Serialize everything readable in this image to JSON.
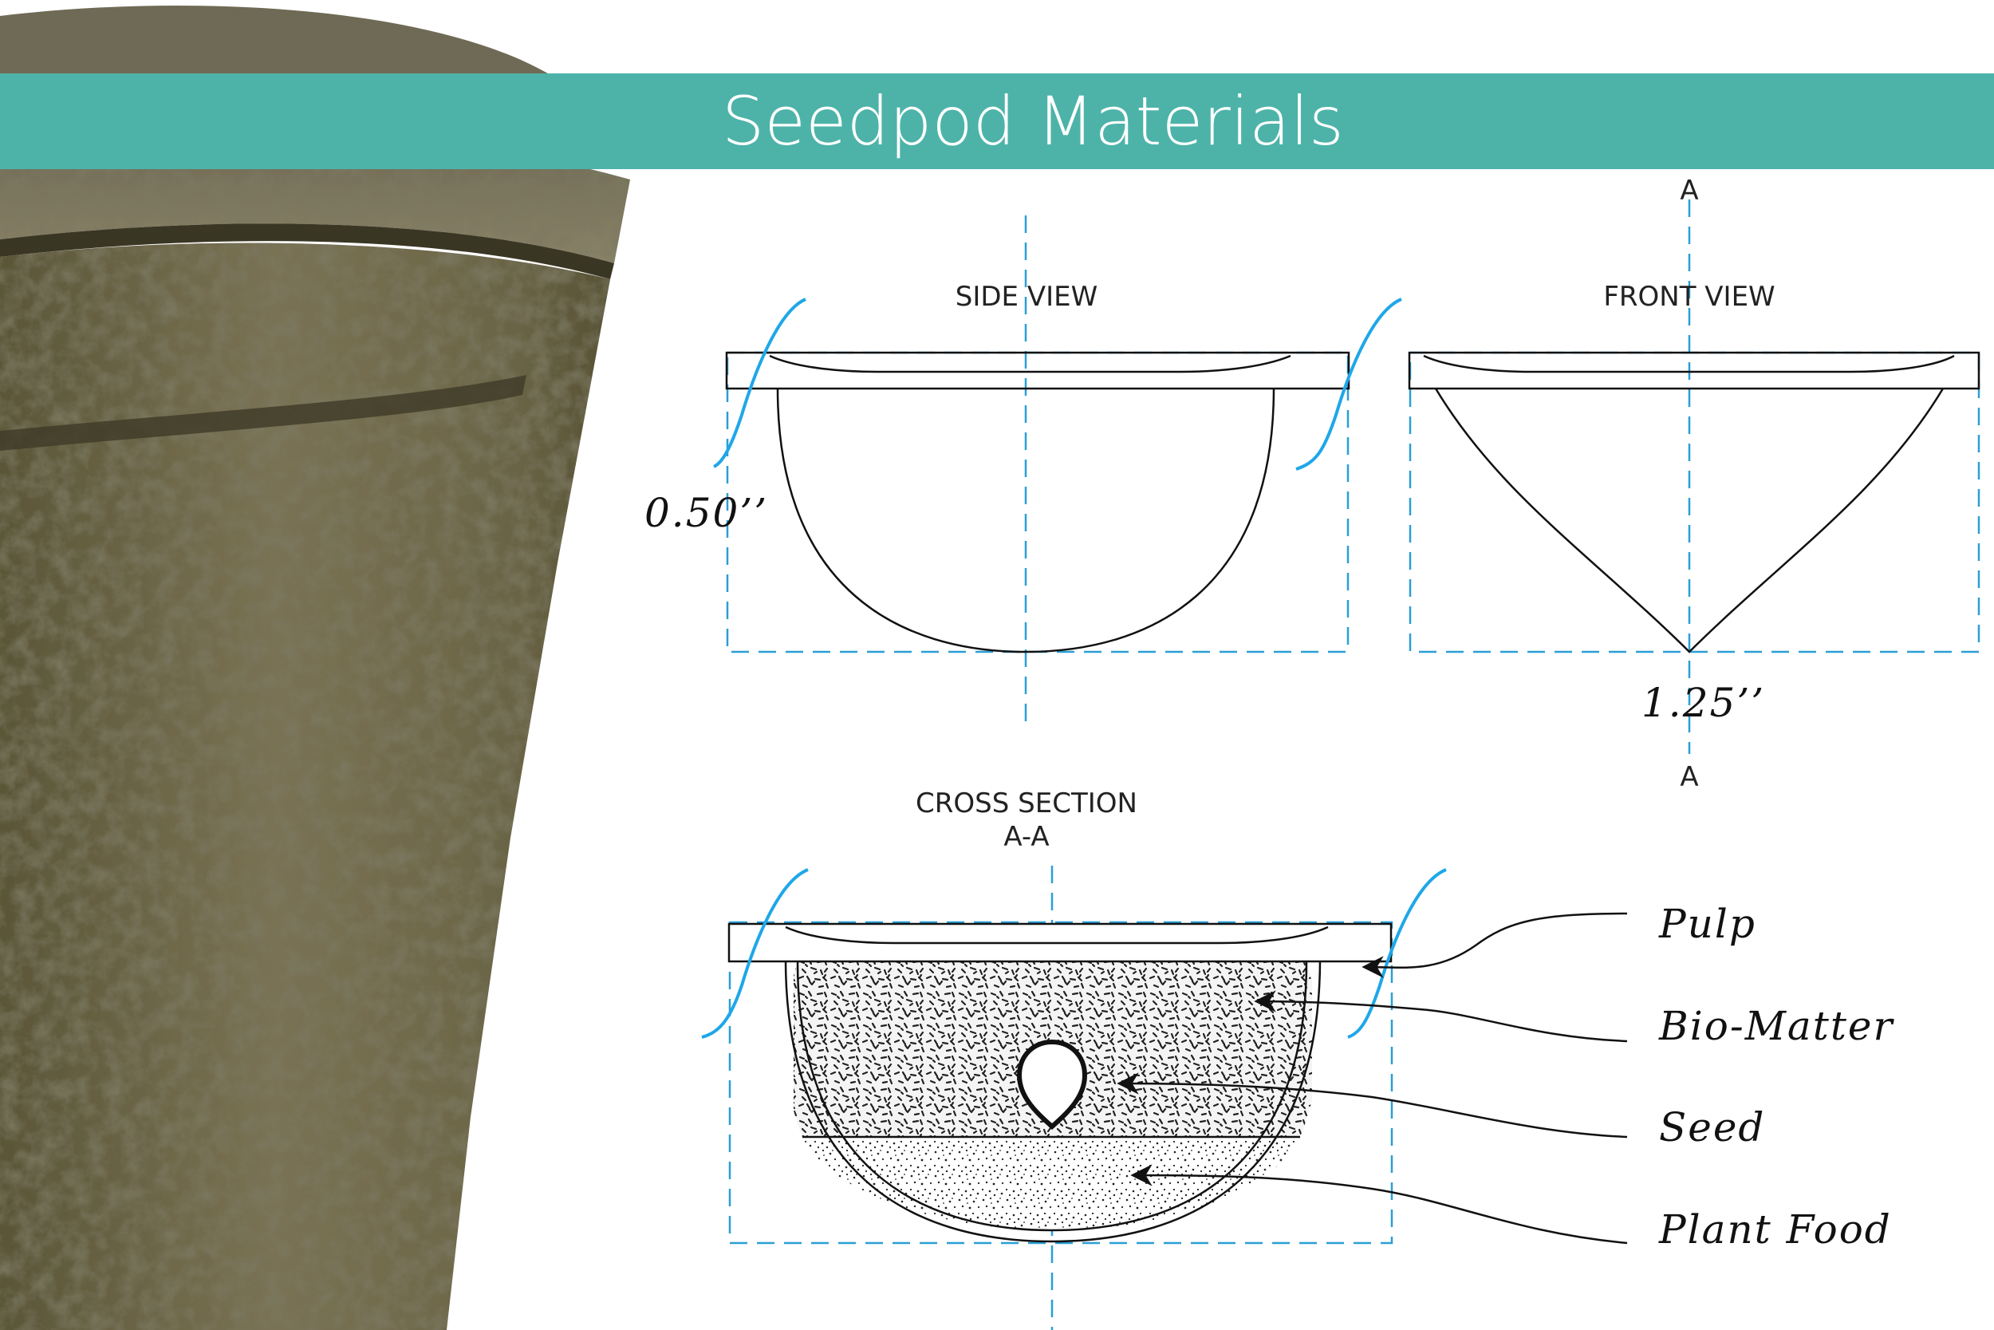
{
  "title": "Seedpod Materials",
  "views": {
    "side": "SIDE VIEW",
    "front": "FRONT VIEW",
    "section_line1": "CROSS SECTION",
    "section_line2": "A-A",
    "section_mark_top": "A",
    "section_mark_bottom": "A"
  },
  "dimensions": {
    "depth": "0.50’’",
    "width": "1.25’’"
  },
  "materials": [
    "Pulp",
    "Bio-Matter",
    "Seed",
    "Plant Food"
  ],
  "colors": {
    "banner": "#4db3a9",
    "construction_lines": "#2a9fd6",
    "pot": "#6b6448"
  }
}
